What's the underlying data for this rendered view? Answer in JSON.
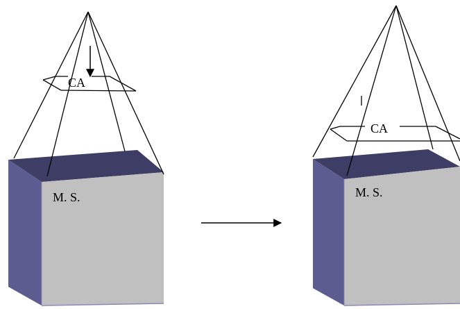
{
  "left_scene": {
    "plane_label": "CA",
    "box_label": "M. S."
  },
  "right_scene": {
    "plane_label": "CA",
    "box_label": "M. S."
  },
  "colors": {
    "box_front": "#c0c0c0",
    "box_top": "#3d3d66",
    "box_side": "#5c5c91",
    "box_edge": "#8a8ab8",
    "line": "#000000",
    "background": "#ffffff"
  }
}
